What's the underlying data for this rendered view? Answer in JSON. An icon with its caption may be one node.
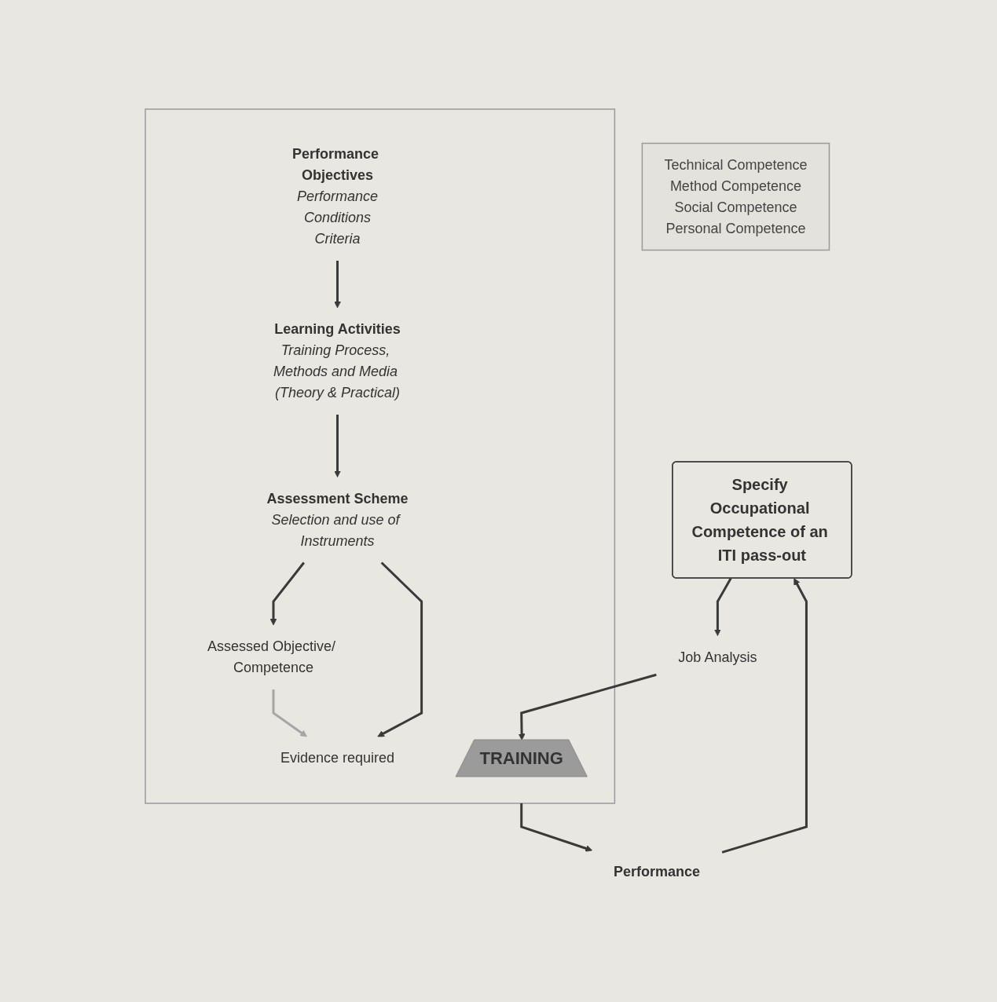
{
  "diagram": {
    "nodes": [
      {
        "text": [
          "Specify Occupational Competence of an ITI pass-out"
        ]
      },
      {
        "text": [
          "Technical Competence",
          "Method Competence",
          "Social Competence",
          "Personal Competence"
        ]
      },
      {
        "text": [
          "Job Analysis"
        ]
      },
      {
        "text": [],
        "shape": "box"
      },
      {
        "text": [
          "TRAINING"
        ],
        "in": 3
      },
      {
        "text": [
          "Performance Objectives",
          "Performance",
          "Conditions",
          "Criteria"
        ],
        "in": 3
      },
      {
        "text": [
          "Learning Activities",
          "Training Process, Methods and Media (Theory & Practical)"
        ],
        "in": 3
      },
      {
        "text": [
          "Assessment Scheme",
          "Selection and use of Instruments"
        ],
        "in": 3
      },
      {
        "text": [
          "Assessed Objective/ Competence"
        ],
        "in": 3
      },
      {
        "text": [
          "Evidence required"
        ],
        "in": 3
      },
      {
        "text": [
          "Performance"
        ]
      }
    ],
    "edges": [
      {
        "from": 10,
        "to": 0,
        "arrow": "to"
      },
      {
        "from": 0,
        "to": 2,
        "arrow": "to"
      },
      {
        "from": 2,
        "to": 4,
        "arrow": "to"
      },
      {
        "from": 5,
        "to": 6,
        "arrow": "to"
      },
      {
        "from": 6,
        "to": 7,
        "arrow": "to"
      },
      {
        "from": 7,
        "to": 8,
        "arrow": "to"
      },
      {
        "from": 7,
        "to": 9,
        "arrow": "to"
      },
      {
        "from": 8,
        "to": 9,
        "arrow": "to",
        "color": "#a6a6a6"
      },
      {
        "from": 3,
        "to": 10,
        "arrow": "to"
      }
    ]
  }
}
